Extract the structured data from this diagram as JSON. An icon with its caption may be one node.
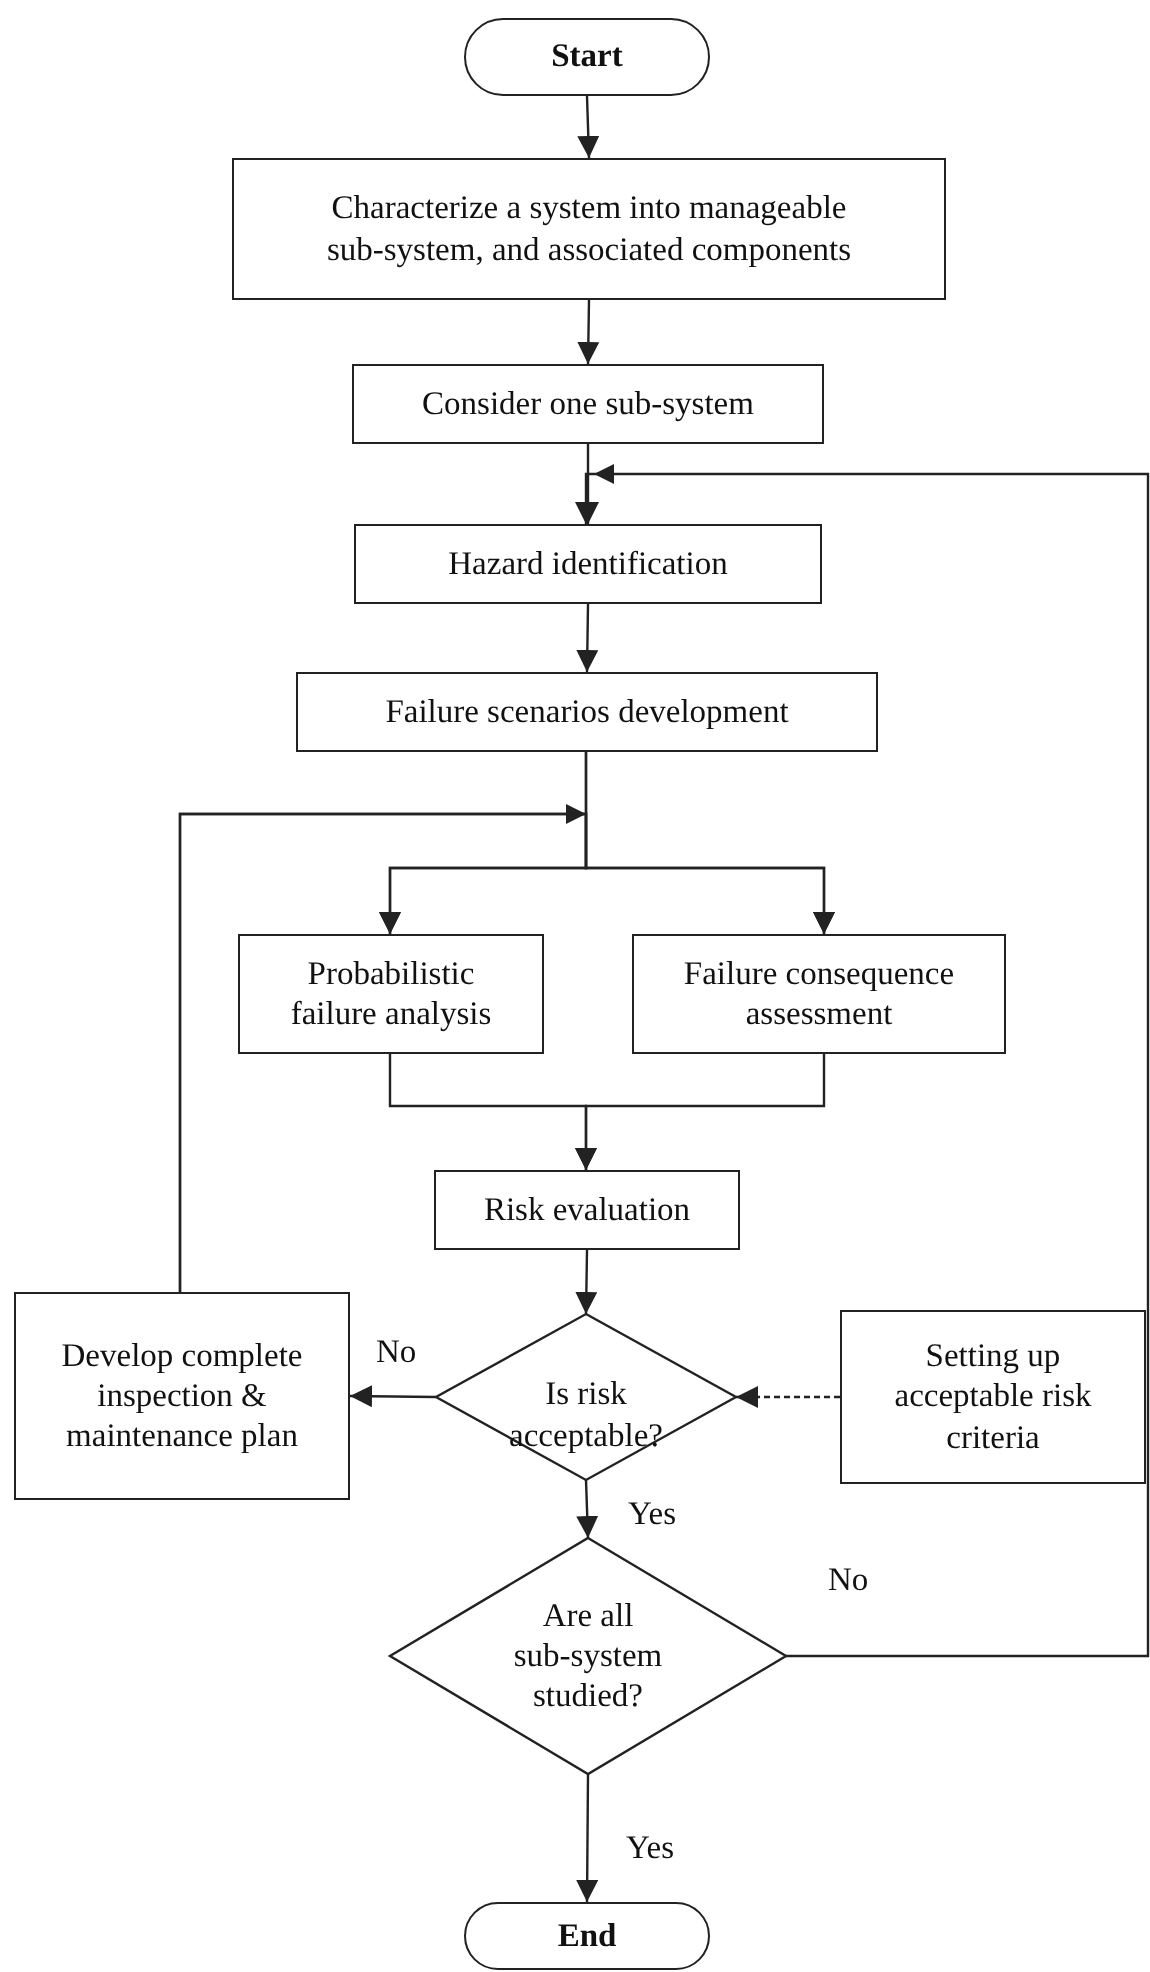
{
  "diagram": {
    "nodes": [
      {
        "text": [
          "Start"
        ]
      },
      {
        "text": [
          "Characterize a system into manageable sub-system, and associated components"
        ]
      },
      {
        "text": [
          "Consider one sub-system"
        ]
      },
      {
        "text": [
          "Hazard identification"
        ]
      },
      {
        "text": [
          "Failure scenarios development"
        ]
      },
      {
        "text": [
          "Probabilistic failure analysis"
        ]
      },
      {
        "text": [
          "Failure consequence assessment"
        ]
      },
      {
        "text": [
          "Risk evaluation"
        ]
      },
      {
        "text": [
          "Is risk acceptable?"
        ]
      },
      {
        "text": [
          "Develop complete inspection & maintenance plan"
        ]
      },
      {
        "text": [
          "Setting up acceptable risk criteria"
        ]
      },
      {
        "text": [
          "Are all sub-system studied?"
        ]
      },
      {
        "text": [
          "End"
        ]
      }
    ],
    "edges": [
      {
        "from": 0,
        "to": 1,
        "arrow": "to"
      },
      {
        "from": 1,
        "to": 2,
        "arrow": "to"
      },
      {
        "from": 2,
        "to": 3,
        "arrow": "to"
      },
      {
        "from": 3,
        "to": 4,
        "arrow": "to"
      },
      {
        "from": 4,
        "to": 5,
        "arrow": "to"
      },
      {
        "from": 4,
        "to": 6,
        "arrow": "to"
      },
      {
        "from": 5,
        "to": 7,
        "arrow": "to"
      },
      {
        "from": 6,
        "to": 7,
        "arrow": "to"
      },
      {
        "from": 7,
        "to": 8,
        "arrow": "to"
      },
      {
        "from": 8,
        "to": 9,
        "arrow": "to",
        "label": "No"
      },
      {
        "from": 10,
        "to": 8,
        "arrow": "to",
        "style": "dashed"
      },
      {
        "from": 8,
        "to": 11,
        "arrow": "to",
        "label": "Yes"
      },
      {
        "from": 11,
        "to": 12,
        "arrow": "to",
        "label": "Yes"
      },
      {
        "from": 11,
        "to": 3,
        "arrow": "to",
        "label": "No"
      },
      {
        "from": 9,
        "to": 5,
        "arrow": "to"
      },
      {
        "from": 9,
        "to": 6,
        "arrow": "to"
      }
    ]
  }
}
